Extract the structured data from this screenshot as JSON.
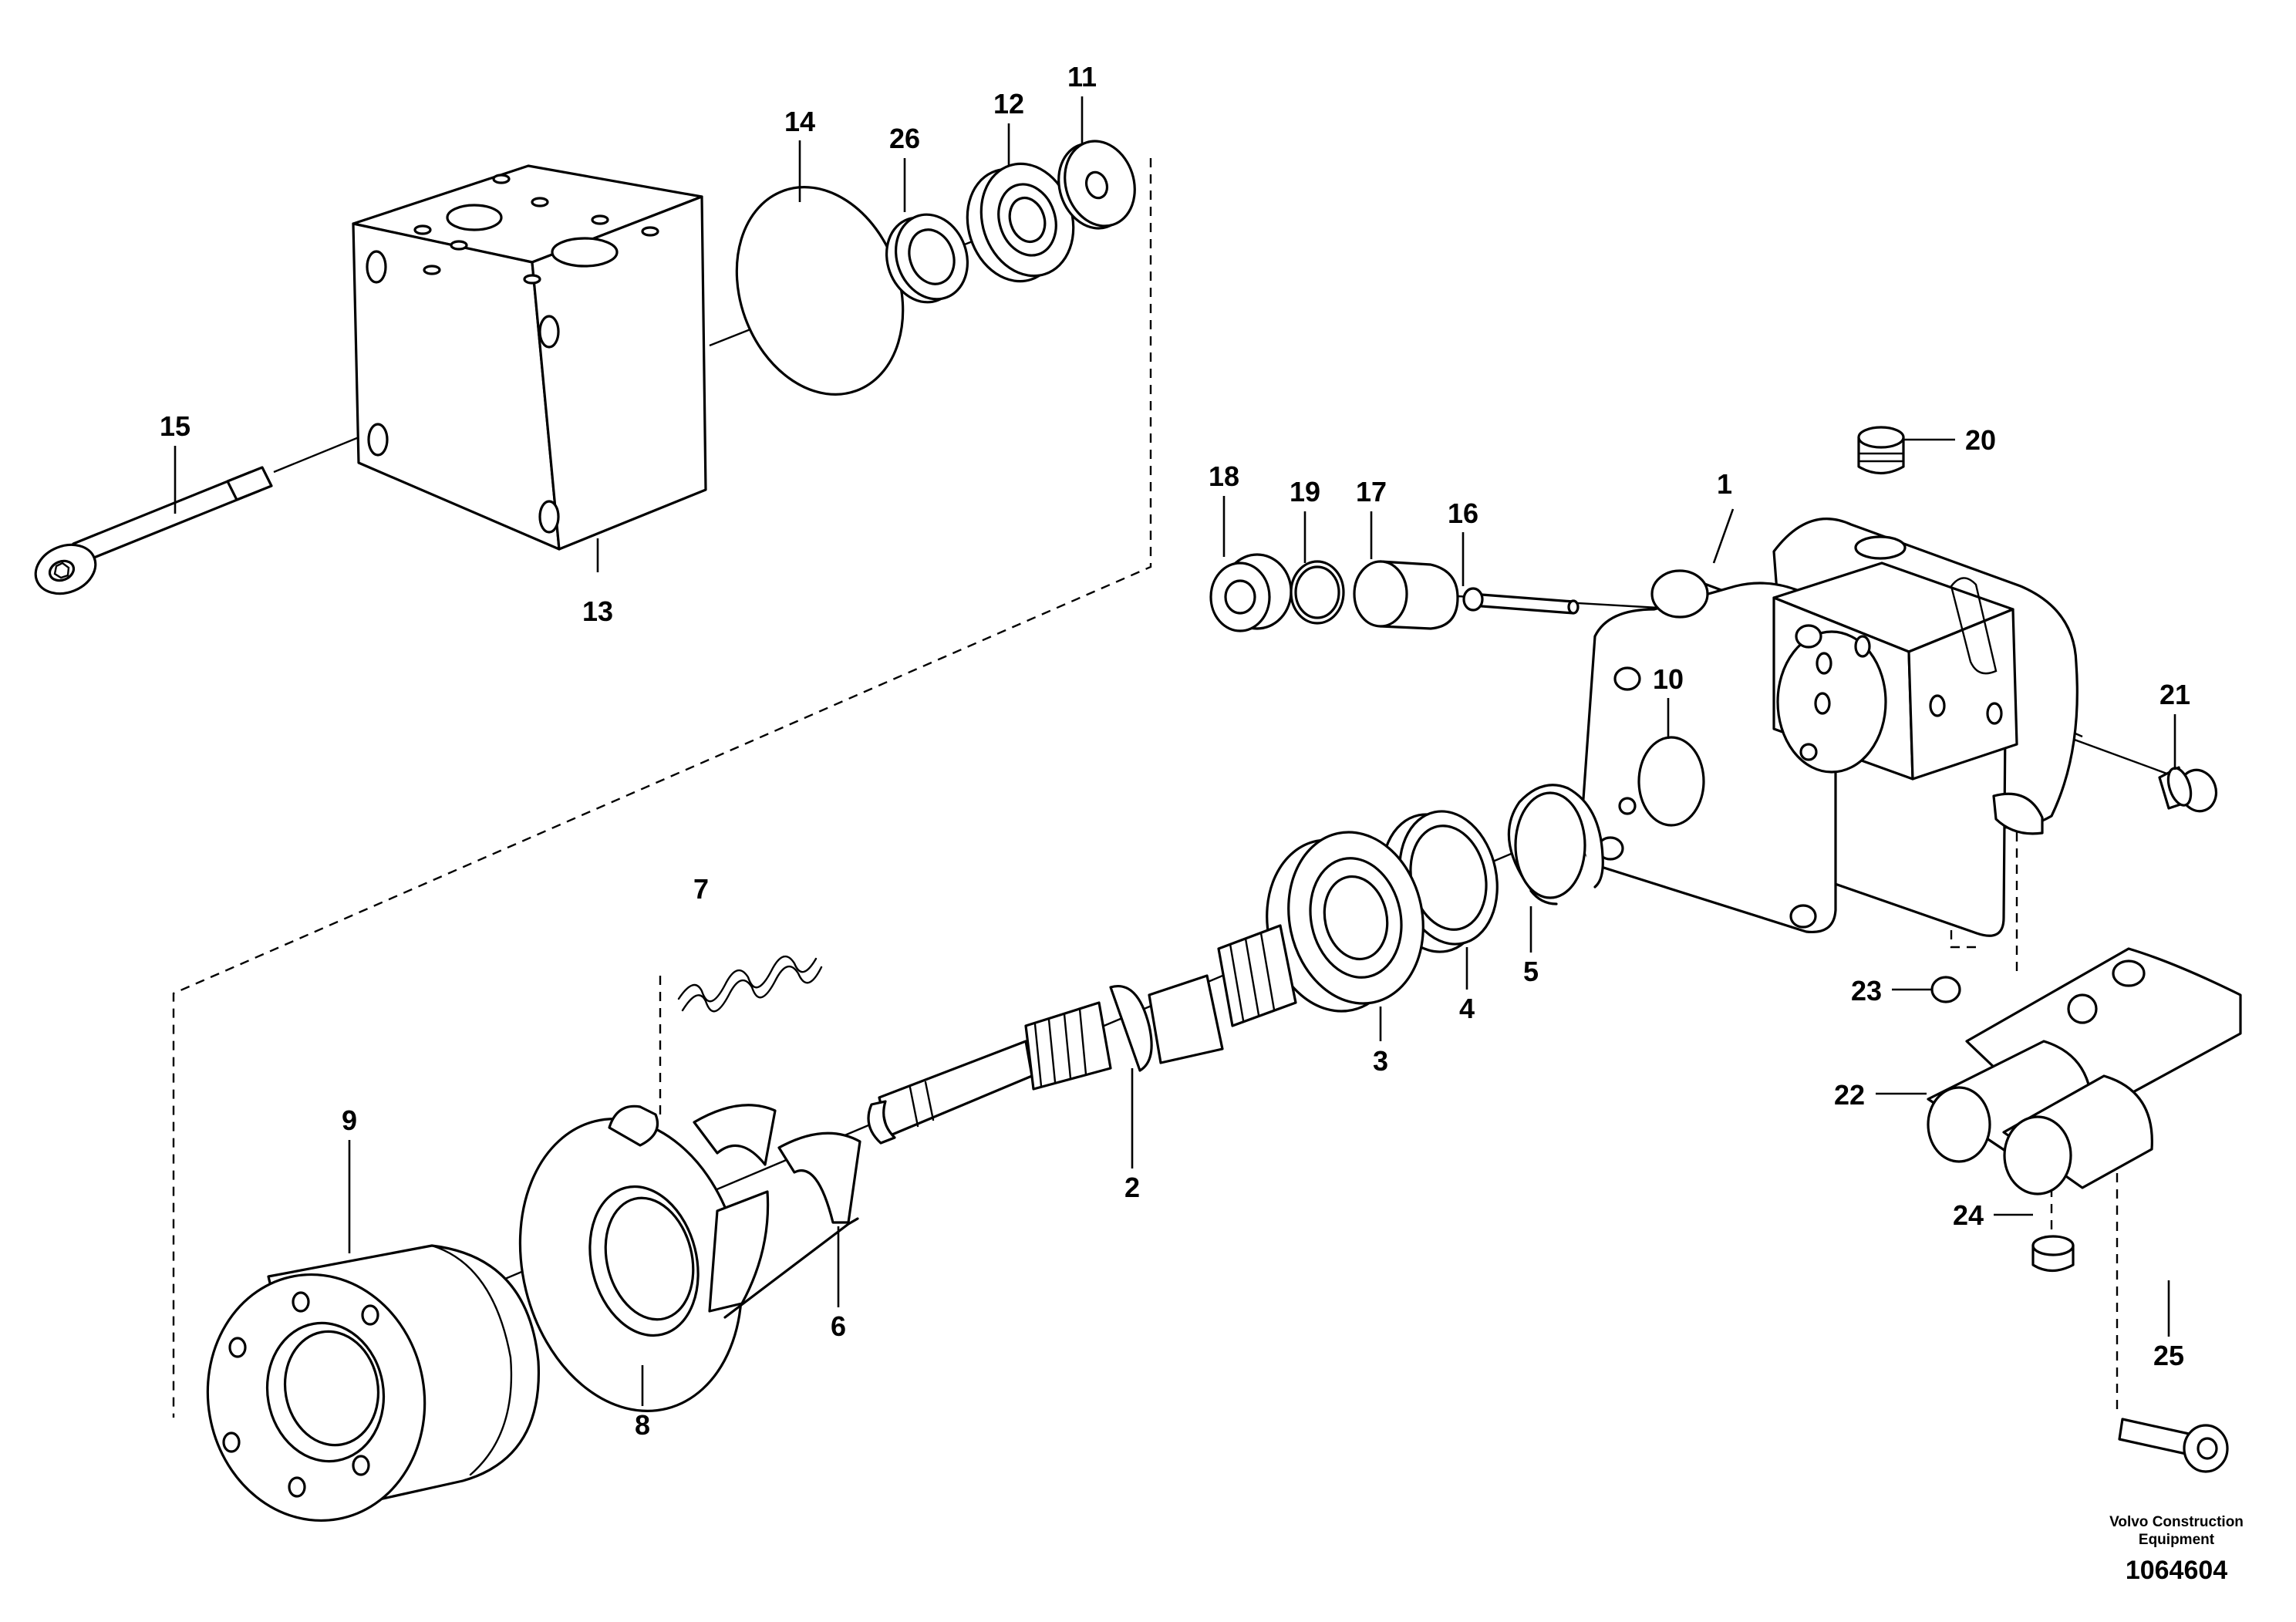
{
  "callouts": {
    "c1": "1",
    "c2": "2",
    "c3": "3",
    "c4": "4",
    "c5": "5",
    "c6": "6",
    "c7": "7",
    "c8": "8",
    "c9": "9",
    "c10": "10",
    "c11": "11",
    "c12": "12",
    "c13": "13",
    "c14": "14",
    "c15": "15",
    "c16": "16",
    "c17": "17",
    "c18": "18",
    "c19": "19",
    "c20": "20",
    "c21": "21",
    "c22": "22",
    "c23": "23",
    "c24": "24",
    "c25": "25",
    "c26": "26"
  },
  "footer": {
    "brand_line1": "Volvo Construction",
    "brand_line2": "Equipment",
    "document_number": "1064604"
  }
}
